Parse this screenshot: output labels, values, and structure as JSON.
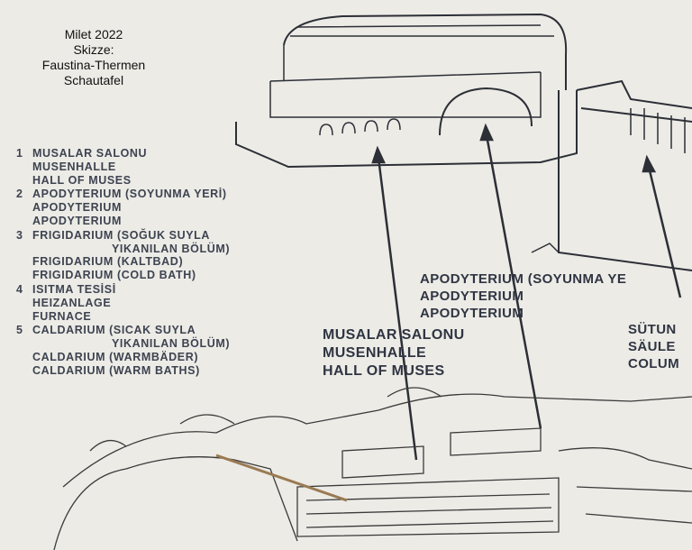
{
  "caption": {
    "line1": "Milet  2022",
    "line2": "Skizze:",
    "line3": "Faustina-Thermen",
    "line4": "Schautafel"
  },
  "legend": [
    {
      "num": "1",
      "lines": [
        "MUSALAR SALONU",
        "MUSENHALLE",
        "HALL OF MUSES"
      ]
    },
    {
      "num": "2",
      "lines": [
        "APODYTERIUM  (SOYUNMA YERİ)",
        "APODYTERIUM",
        "APODYTERIUM"
      ]
    },
    {
      "num": "3",
      "lines": [
        "FRIGIDARIUM (SOĞUK SUYLA",
        "YIKANILAN BÖLÜM)",
        "FRIGIDARIUM (KALTBAD)",
        "FRIGIDARIUM (COLD BATH)"
      ]
    },
    {
      "num": "4",
      "lines": [
        "ISITMA  TESİSİ",
        "HEIZANLAGE",
        "FURNACE"
      ]
    },
    {
      "num": "5",
      "lines": [
        "CALDARIUM  (SICAK  SUYLA",
        "YIKANILAN  BÖLÜM)",
        "CALDARIUM  (WARMBÄDER)",
        "CALDARIUM  (WARM BATHS)"
      ]
    }
  ],
  "labels": {
    "apodyterium": [
      "APODYTERIUM (SOYUNMA YE",
      "APODYTERIUM",
      "APODYTERIUM"
    ],
    "musalar": [
      "MUSALAR SALONU",
      "MUSENHALLE",
      "HALL OF MUSES"
    ],
    "sutun": [
      "SÜTUN",
      "SÄULE",
      "COLUM"
    ]
  }
}
